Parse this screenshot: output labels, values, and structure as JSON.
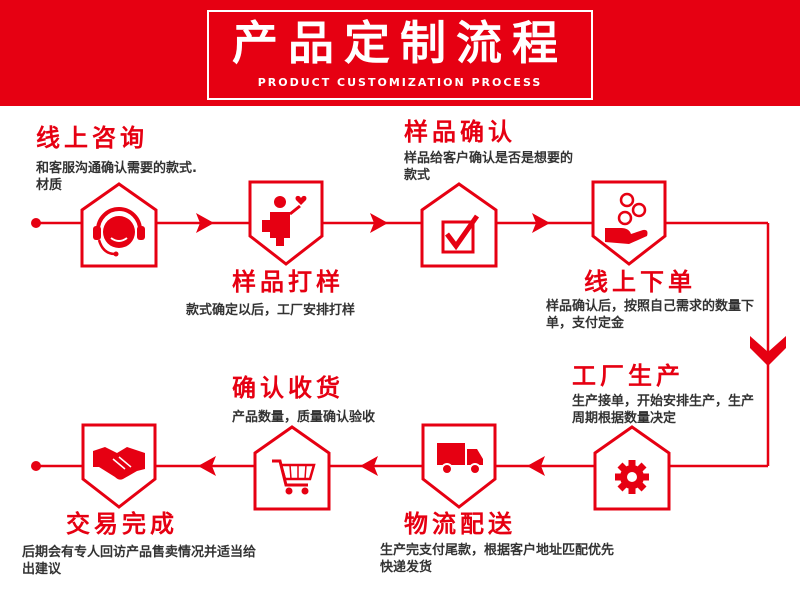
{
  "header": {
    "title": "产品定制流程",
    "subtitle": "PRODUCT CUSTOMIZATION PROCESS"
  },
  "steps": [
    {
      "title": "线上咨询",
      "desc": "和客服沟通确认需要的款式.材质",
      "icon": "customer-service-headset-icon"
    },
    {
      "title": "样品打样",
      "desc": "款式确定以后，工厂安排打样",
      "icon": "person-presenting-icon"
    },
    {
      "title": "样品确认",
      "desc": "样品给客户确认是否是想要的款式",
      "icon": "checkbox-tick-icon"
    },
    {
      "title": "线上下单",
      "desc": "样品确认后，按照自己需求的数量下单，支付定金",
      "icon": "hand-coins-icon"
    },
    {
      "title": "工厂生产",
      "desc": "生产接单，开始安排生产，生产周期根据数量决定",
      "icon": "gear-icon"
    },
    {
      "title": "物流配送",
      "desc": "生产完支付尾款，根据客户地址匹配优先快递发货",
      "icon": "delivery-truck-icon"
    },
    {
      "title": "确认收货",
      "desc": "产品数量，质量确认验收",
      "icon": "shopping-cart-icon"
    },
    {
      "title": "交易完成",
      "desc": "后期会有专人回访产品售卖情况并适当给出建议",
      "icon": "handshake-icon"
    }
  ],
  "colors": {
    "accent": "#e60012",
    "text": "#333333",
    "background": "#ffffff"
  }
}
